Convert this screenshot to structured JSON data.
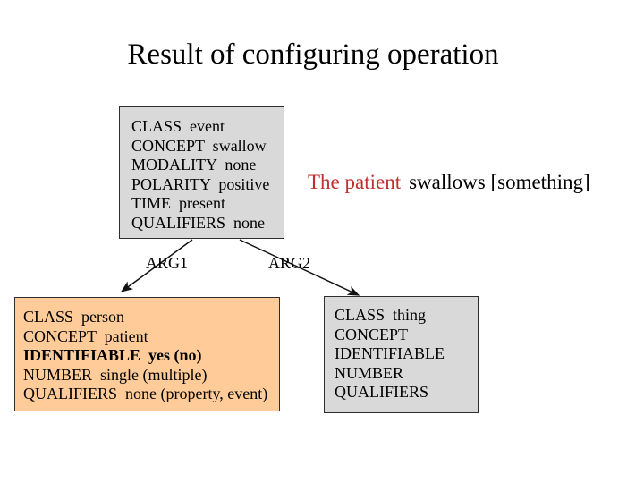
{
  "slide": {
    "title": "Result of configuring operation"
  },
  "event_box": {
    "lines": [
      "CLASS  event",
      "CONCEPT  swallow",
      "MODALITY  none",
      "POLARITY  positive",
      "TIME  present",
      "QUALIFIERS  none"
    ]
  },
  "sentence": {
    "subject": "The patient",
    "predicate": "swallows [something]"
  },
  "relations": {
    "arg1_label": "ARG1",
    "arg2_label": "ARG2"
  },
  "person_box": {
    "lines": [
      "CLASS  person",
      "CONCEPT  patient",
      "IDENTIFIABLE  yes (no)",
      "NUMBER  single (multiple)",
      "QUALIFIERS  none (property, event)"
    ]
  },
  "thing_box": {
    "lines": [
      "CLASS  thing",
      "CONCEPT",
      "IDENTIFIABLE",
      "NUMBER",
      "QUALIFIERS"
    ]
  },
  "colors": {
    "box_gray": "#d9d9d9",
    "box_orange": "#ffcc99",
    "box_border": "#2e2e2e",
    "subject_red": "#c22f2f",
    "text": "#000000",
    "arrow": "#111111"
  }
}
